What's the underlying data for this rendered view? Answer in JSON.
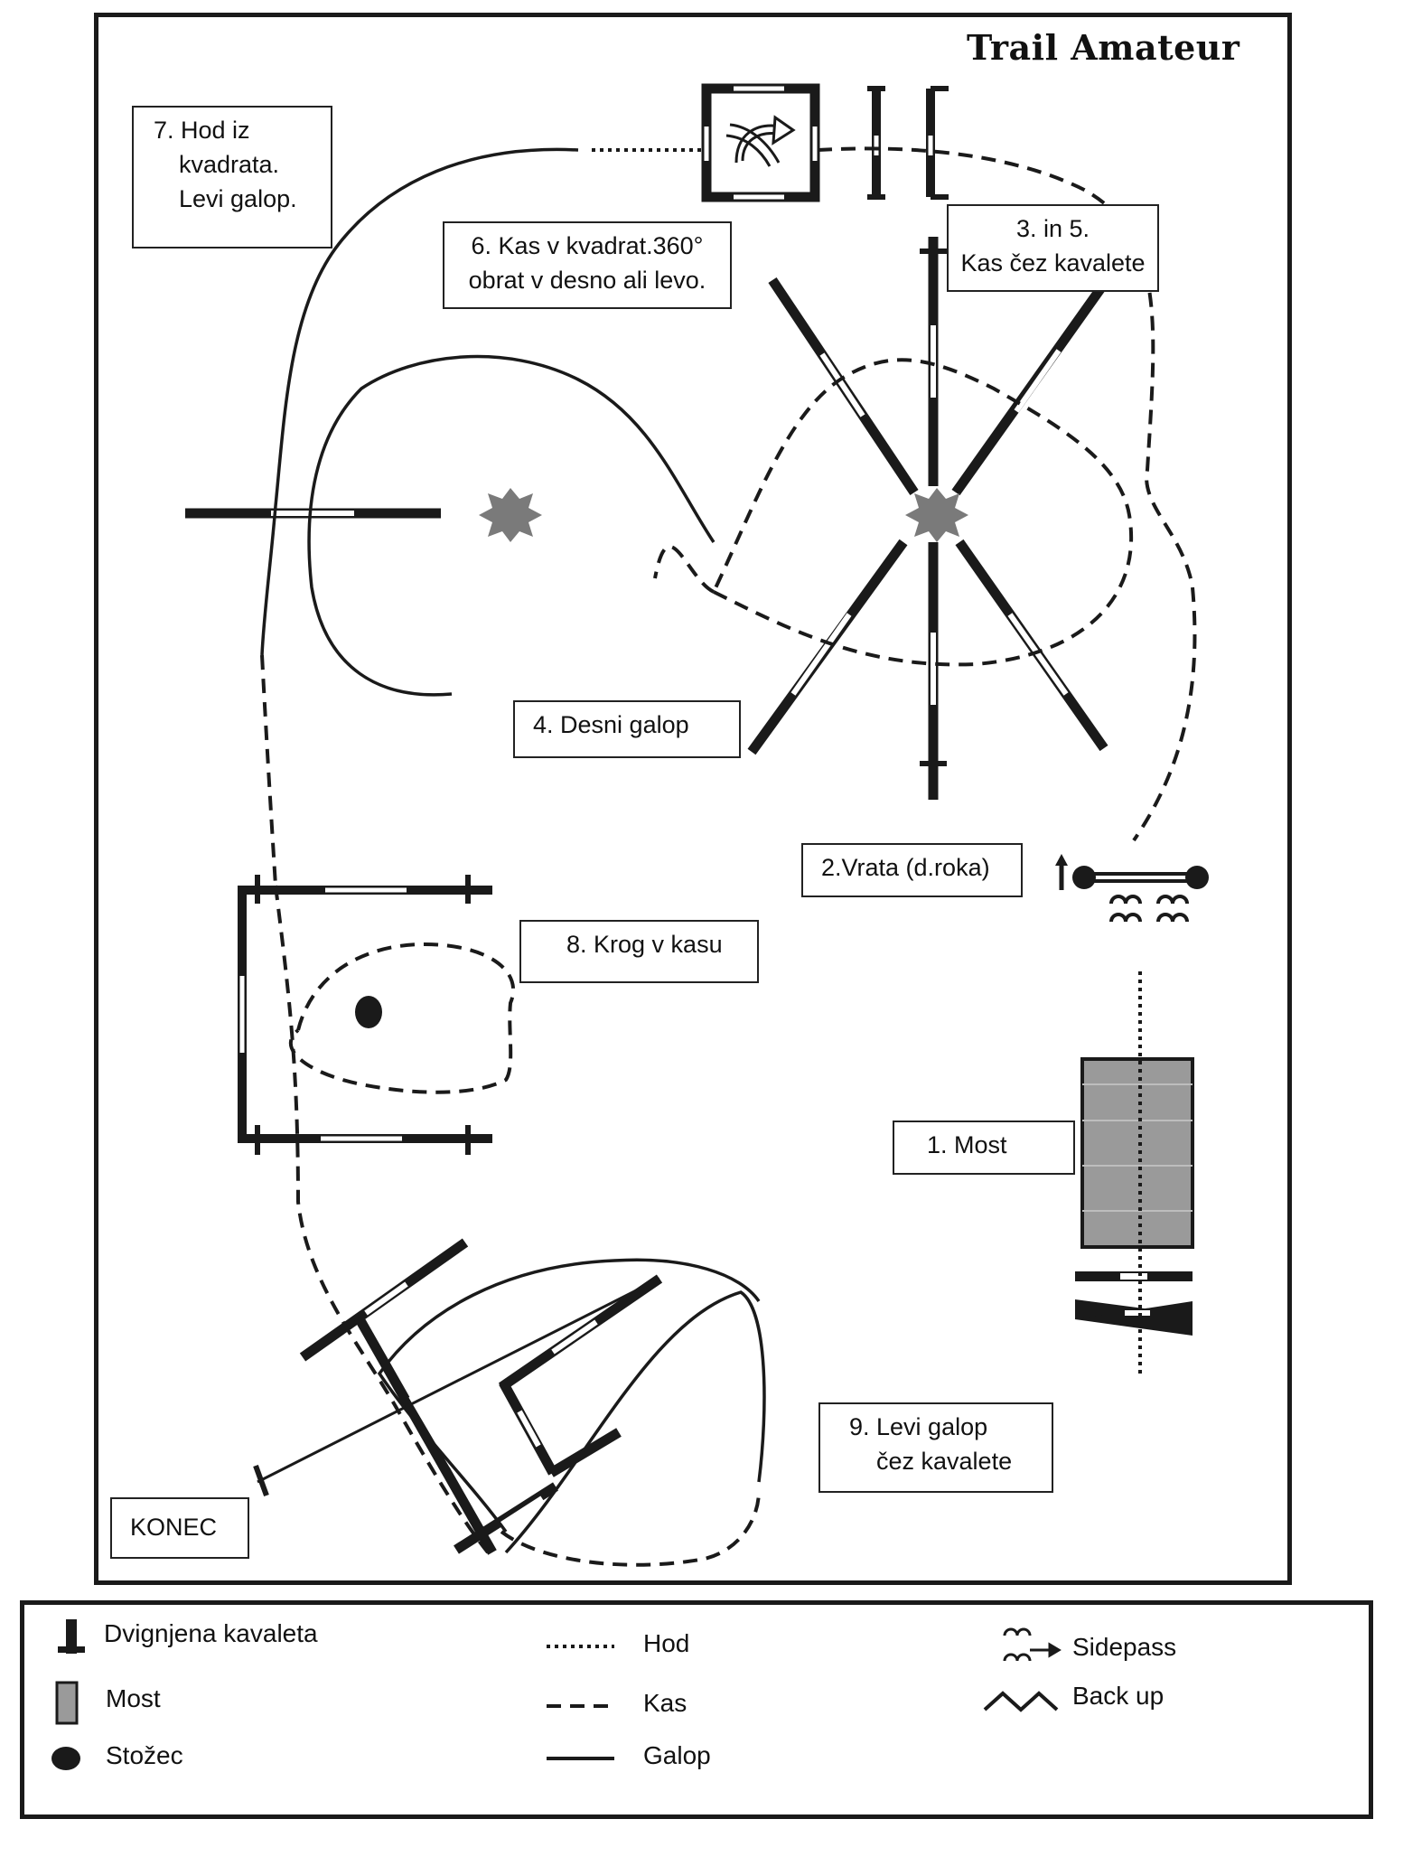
{
  "title": "Trail Amateur",
  "stations": {
    "s7": [
      "7. Hod iz",
      "kvadrata.",
      "Levi galop."
    ],
    "s6": [
      "6. Kas v kvadrat.360°",
      "obrat v desno ali levo."
    ],
    "s35": [
      "3. in 5.",
      "Kas čez kavalete"
    ],
    "s4": [
      "4. Desni galop"
    ],
    "s2": [
      "2.Vrata (d.roka)"
    ],
    "s8": [
      "8.  Krog v kasu"
    ],
    "s1": [
      "1. Most"
    ],
    "s9": [
      "9. Levi galop",
      "čez kavalete"
    ],
    "end": [
      "KONEC"
    ]
  },
  "legend": {
    "raised_pole": "Dvignjena kavaleta",
    "bridge": "Most",
    "cone": "Stožec",
    "walk": "Hod",
    "trot": "Kas",
    "lope": "Galop",
    "sidepass": "Sidepass",
    "backup": "Back up"
  },
  "colors": {
    "ink": "#1a1a1a",
    "bridge_fill": "#9a9a9a",
    "starburst": "#7a7a7a"
  }
}
